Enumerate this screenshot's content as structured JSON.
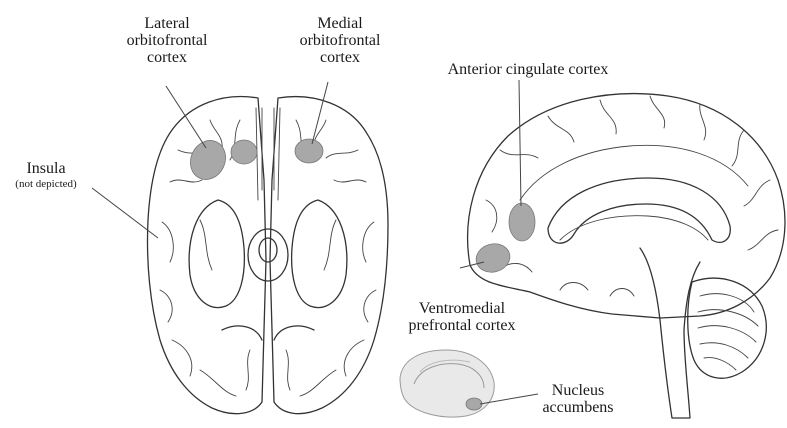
{
  "labels": {
    "lateral_ofc": [
      "Lateral",
      "orbitofrontal",
      "cortex"
    ],
    "medial_ofc": [
      "Medial",
      "orbitofrontal",
      "cortex"
    ],
    "insula": "Insula",
    "insula_note": "(not depicted)",
    "acc": "Anterior cingulate cortex",
    "vmpfc": [
      "Ventromedial",
      "prefrontal cortex"
    ],
    "nacc": [
      "Nucleus",
      "accumbens"
    ]
  },
  "colors": {
    "region_fill": "#a8a8a8",
    "line": "#333333",
    "background": "#ffffff"
  }
}
